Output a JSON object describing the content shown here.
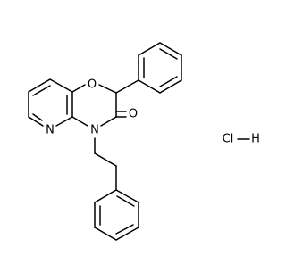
{
  "molecule": {
    "atoms": {
      "oxygen_ring": "O",
      "oxygen_carbonyl": "O",
      "nitrogen_pyridine": "N",
      "nitrogen_lactam": "N"
    },
    "salt": {
      "chlorine": "Cl",
      "hydrogen": "H"
    },
    "bond_color": "#000000",
    "atom_label_color": "#000000"
  }
}
